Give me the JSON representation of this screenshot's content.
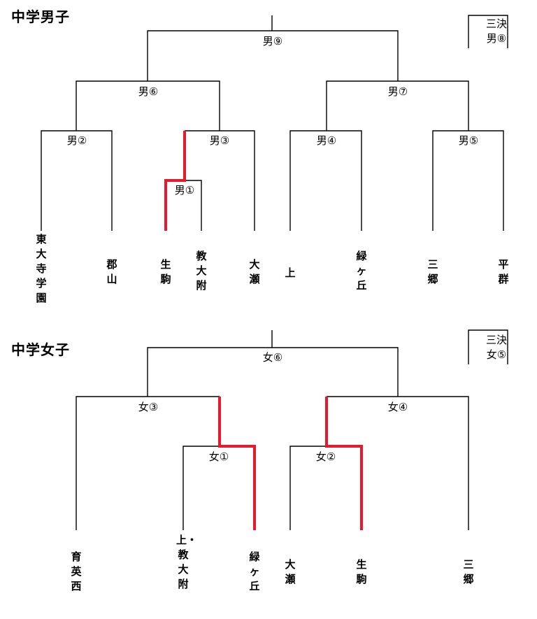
{
  "boys": {
    "title": "中学男子",
    "third_place": {
      "line1": "三決",
      "line2": "男⑧"
    },
    "matches": {
      "m1": "男①",
      "m2": "男②",
      "m3": "男③",
      "m4": "男④",
      "m5": "男⑤",
      "m6": "男⑥",
      "m7": "男⑦",
      "m9": "男⑨"
    },
    "teams": [
      "東大寺学園",
      "郡山",
      "生駒",
      "教大附",
      "大瀬",
      "上",
      "緑ヶ丘",
      "三郷",
      "平群"
    ]
  },
  "girls": {
    "title": "中学女子",
    "third_place": {
      "line1": "三決",
      "line2": "女⑤"
    },
    "matches": {
      "m1": "女①",
      "m2": "女②",
      "m3": "女③",
      "m4": "女④",
      "m6": "女⑥"
    },
    "teams": [
      "育英西",
      "上・教大附",
      "緑ヶ丘",
      "大瀬",
      "生駒",
      "三郷"
    ]
  },
  "colors": {
    "line": "#000000",
    "winner": "#e8192c"
  }
}
